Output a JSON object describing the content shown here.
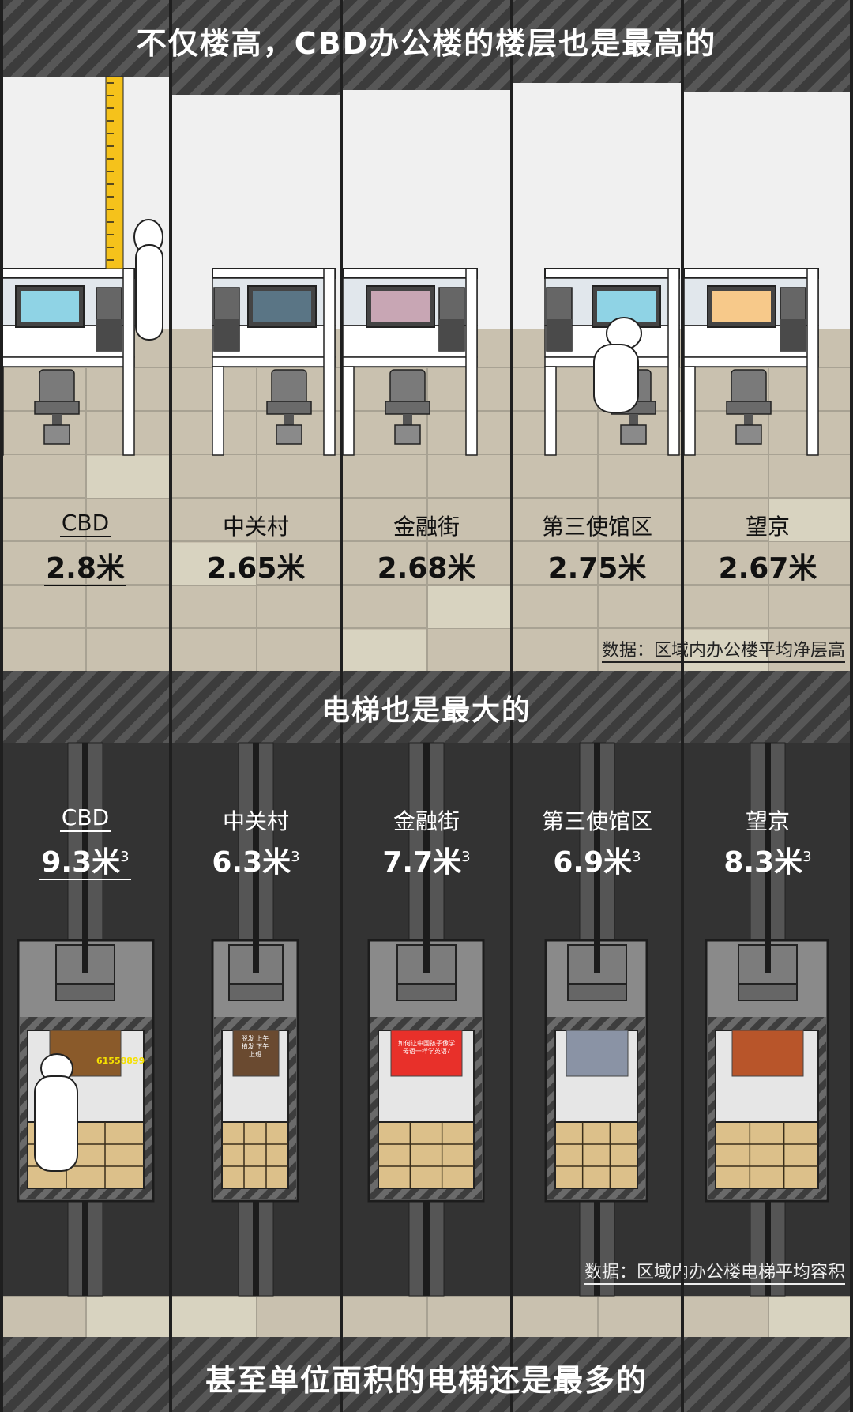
{
  "headings": {
    "top": "不仅楼高，CBD办公楼的楼层也是最高的",
    "middle": "电梯也是最大的",
    "bottom": "甚至单位面积的电梯还是最多的"
  },
  "floor_height": {
    "unit": "米",
    "districts": [
      {
        "name": "CBD",
        "value": "2.8",
        "monitor_color": "#8fd3e5",
        "highlight": true
      },
      {
        "name": "中关村",
        "value": "2.65",
        "monitor_color": "#5a7585"
      },
      {
        "name": "金融街",
        "value": "2.68",
        "monitor_color": "#c8a6b4"
      },
      {
        "name": "第三使馆区",
        "value": "2.75",
        "monitor_color": "#8fd3e5"
      },
      {
        "name": "望京",
        "value": "2.67",
        "monitor_color": "#f7c98a"
      }
    ],
    "source": "数据：区域内办公楼平均净层高"
  },
  "elevator_volume": {
    "unit": "米",
    "superscript": "3",
    "districts": [
      {
        "name": "CBD",
        "value": "9.3",
        "highlight": true,
        "ad": "61558899",
        "ad_color": "#8a5a2a"
      },
      {
        "name": "中关村",
        "value": "6.3",
        "ad": "脱发 上午植发 下午上班",
        "ad_color": "#6a4a30"
      },
      {
        "name": "金融街",
        "value": "7.7",
        "ad": "如何让中国孩子像学母语一样学英语?",
        "ad_color": "#e8302a"
      },
      {
        "name": "第三使馆区",
        "value": "6.9",
        "ad": "",
        "ad_color": "#8a93a5"
      },
      {
        "name": "望京",
        "value": "8.3",
        "ad": "",
        "ad_color": "#b8552a"
      }
    ],
    "source": "数据：区域内办公楼电梯平均容积"
  },
  "colors": {
    "floor": "#c9c1af",
    "elevator_tile": "#dcc08a",
    "ruler": "#f5c21b",
    "background_dark": "#333333"
  }
}
